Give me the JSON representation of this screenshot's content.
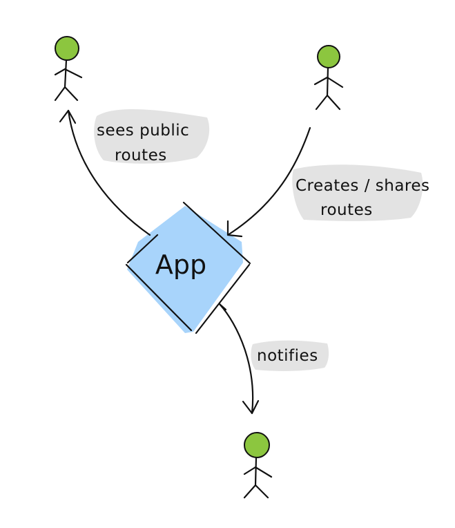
{
  "app": {
    "label": "App",
    "fill": "#a8d4fb"
  },
  "actors": {
    "head_color": "#8cc63f",
    "items": [
      {
        "id": "viewer"
      },
      {
        "id": "creator"
      },
      {
        "id": "notified"
      }
    ]
  },
  "edges": [
    {
      "id": "sees-public-routes",
      "line1": "sees public",
      "line2": "routes"
    },
    {
      "id": "creates-shares-routes",
      "line1": "Creates / shares",
      "line2": "routes"
    },
    {
      "id": "notifies",
      "line1": "notifies",
      "line2": ""
    }
  ],
  "colors": {
    "ink": "#111111",
    "label_background": "#e3e3e3"
  }
}
